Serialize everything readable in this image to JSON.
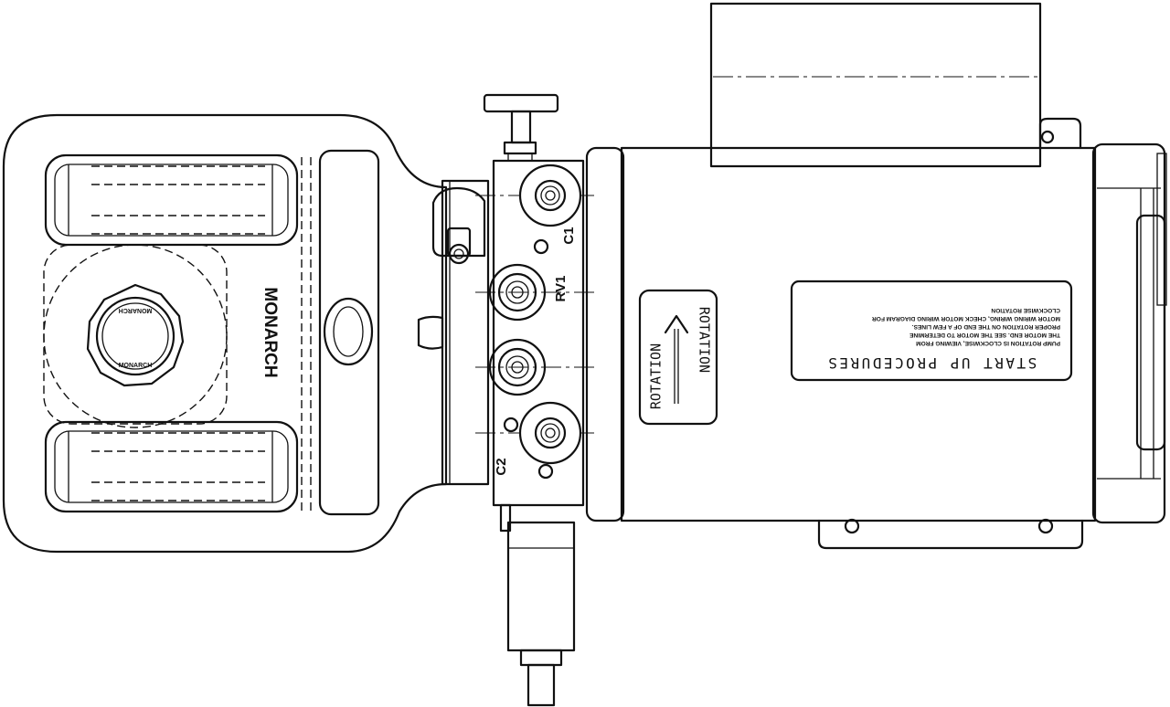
{
  "tank": {
    "brand": "MONARCH",
    "cap_text": "MONARCH"
  },
  "valve_block": {
    "port_c1": "C1",
    "port_c2": "C2",
    "relief_valve": "RV1"
  },
  "motor": {
    "rotation_text": "ROTATION",
    "startup_title": "START UP PROCEDURES",
    "startup_lines": [
      "PUMP ROTATION IS CLOCKWISE, VIEWING FROM",
      "THE MOTOR END. SEE THE MOTOR TO DETERMINE",
      "PROPER ROTATION ON THE END OF A FEW LINES.",
      "MOTOR WIRING WIRING, CHECK MOTOR WIRING DIAGRAM FOR",
      "CLOCKWISE ROTATION"
    ]
  }
}
